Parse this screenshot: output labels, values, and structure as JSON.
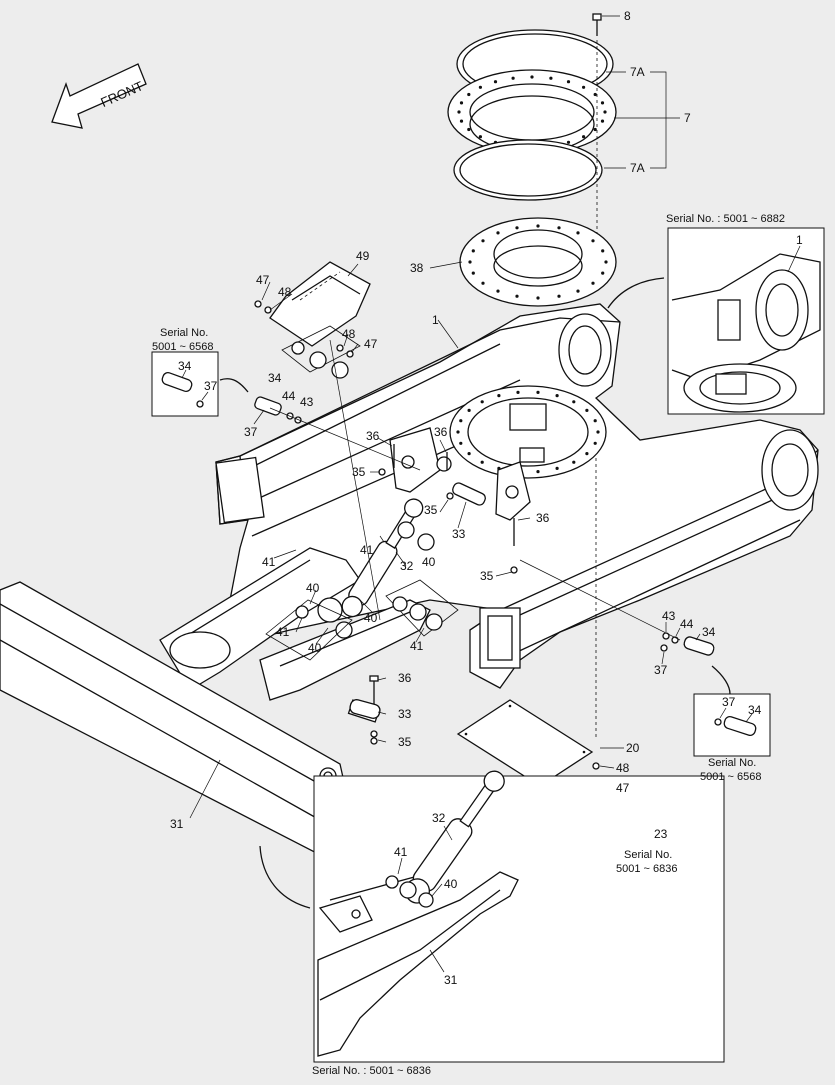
{
  "front_label": "FRONT",
  "callouts": [
    {
      "id": "c8",
      "text": "8"
    },
    {
      "id": "c7a_top",
      "text": "7A"
    },
    {
      "id": "c7",
      "text": "7"
    },
    {
      "id": "c7a_bot",
      "text": "7A"
    },
    {
      "id": "c38",
      "text": "38"
    },
    {
      "id": "c49",
      "text": "49"
    },
    {
      "id": "c47a",
      "text": "47"
    },
    {
      "id": "c48a",
      "text": "48"
    },
    {
      "id": "c48b",
      "text": "48"
    },
    {
      "id": "c47b",
      "text": "47"
    },
    {
      "id": "c1",
      "text": "1"
    },
    {
      "id": "c34a",
      "text": "34"
    },
    {
      "id": "c37a",
      "text": "37"
    },
    {
      "id": "c34b",
      "text": "34"
    },
    {
      "id": "c44a",
      "text": "44"
    },
    {
      "id": "c43a",
      "text": "43"
    },
    {
      "id": "c37b",
      "text": "37"
    },
    {
      "id": "c36a",
      "text": "36"
    },
    {
      "id": "c36b",
      "text": "36"
    },
    {
      "id": "c35a",
      "text": "35"
    },
    {
      "id": "c35b",
      "text": "35"
    },
    {
      "id": "c33a",
      "text": "33"
    },
    {
      "id": "c36c",
      "text": "36"
    },
    {
      "id": "c41a",
      "text": "41"
    },
    {
      "id": "c41b",
      "text": "41"
    },
    {
      "id": "c32a",
      "text": "32"
    },
    {
      "id": "c40a",
      "text": "40"
    },
    {
      "id": "c35c",
      "text": "35"
    },
    {
      "id": "c40b",
      "text": "40"
    },
    {
      "id": "c40c",
      "text": "40"
    },
    {
      "id": "c41c",
      "text": "41"
    },
    {
      "id": "c40d",
      "text": "40"
    },
    {
      "id": "c41d",
      "text": "41"
    },
    {
      "id": "c43b",
      "text": "43"
    },
    {
      "id": "c44b",
      "text": "44"
    },
    {
      "id": "c34c",
      "text": "34"
    },
    {
      "id": "c37c",
      "text": "37"
    },
    {
      "id": "c36d",
      "text": "36"
    },
    {
      "id": "c33b",
      "text": "33"
    },
    {
      "id": "c35d",
      "text": "35"
    },
    {
      "id": "c20",
      "text": "20"
    },
    {
      "id": "c48c",
      "text": "48"
    },
    {
      "id": "c47c",
      "text": "47"
    },
    {
      "id": "c31a",
      "text": "31"
    },
    {
      "id": "c32b",
      "text": "32"
    },
    {
      "id": "c41e",
      "text": "41"
    },
    {
      "id": "c40e",
      "text": "40"
    },
    {
      "id": "c31b",
      "text": "31"
    },
    {
      "id": "c1b",
      "text": "1"
    },
    {
      "id": "c37d",
      "text": "37"
    },
    {
      "id": "c34d",
      "text": "34"
    },
    {
      "id": "c23",
      "text": "23"
    }
  ],
  "serial_notes": {
    "top_right": "Serial No. : 5001 ~ 6882",
    "left_line1": "Serial No.",
    "left_line2": "5001 ~ 6568",
    "right_line1": "Serial No.",
    "right_line2": "5001 ~ 6568",
    "nut_line1": "Serial No.",
    "nut_line2": "5001 ~ 6836",
    "bottom": "Serial No. : 5001 ~ 6836"
  }
}
